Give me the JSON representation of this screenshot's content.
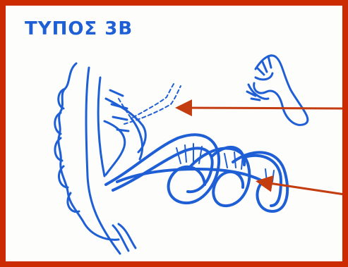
{
  "figure": {
    "title": "ΤΥΠΟΣ 3Β",
    "colors": {
      "border": "#cc2a00",
      "ink": "#1f5fd6",
      "arrow": "#c43d10",
      "background": "#fdfdfb"
    },
    "arrows": [
      {
        "target": "dashed-vessel"
      },
      {
        "target": "coiled-bowel-loop"
      }
    ]
  }
}
